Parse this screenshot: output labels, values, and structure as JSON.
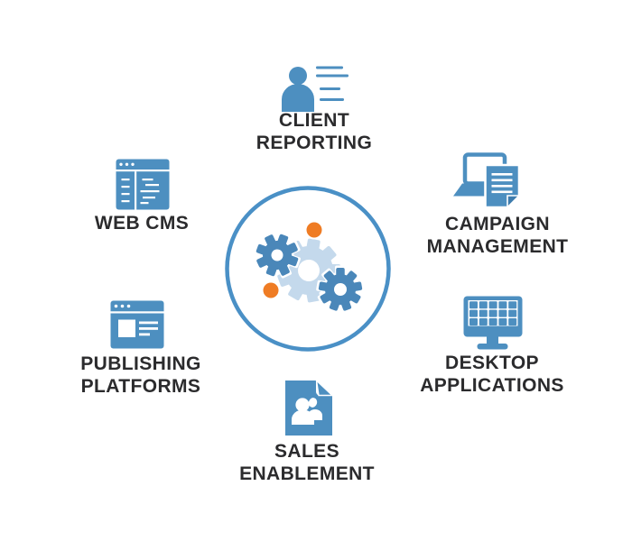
{
  "diagram": {
    "center": {
      "icon": "gears-icon"
    },
    "nodes": [
      {
        "id": "client-reporting",
        "label": "CLIENT\nREPORTING",
        "icon": "person-report-icon"
      },
      {
        "id": "campaign-management",
        "label": "CAMPAIGN\nMANAGEMENT",
        "icon": "laptop-document-icon"
      },
      {
        "id": "desktop-applications",
        "label": "DESKTOP\nAPPLICATIONS",
        "icon": "desktop-computer-icon"
      },
      {
        "id": "sales-enablement",
        "label": "SALES\nENABLEMENT",
        "icon": "document-people-icon"
      },
      {
        "id": "publishing-platforms",
        "label": "PUBLISHING\nPLATFORMS",
        "icon": "browser-window-icon"
      },
      {
        "id": "web-cms",
        "label": "WEB CMS",
        "icon": "cms-window-icon"
      }
    ],
    "colors": {
      "icon_blue": "#4D8FC0",
      "icon_blue_dark": "#3E7CAD",
      "gear_light_blue": "#C4D9EC",
      "gear_dark_blue": "#4A87B9",
      "ring_blue": "#4A90C6",
      "accent_orange": "#EF7C24",
      "label_text": "#2B2B2D"
    }
  }
}
